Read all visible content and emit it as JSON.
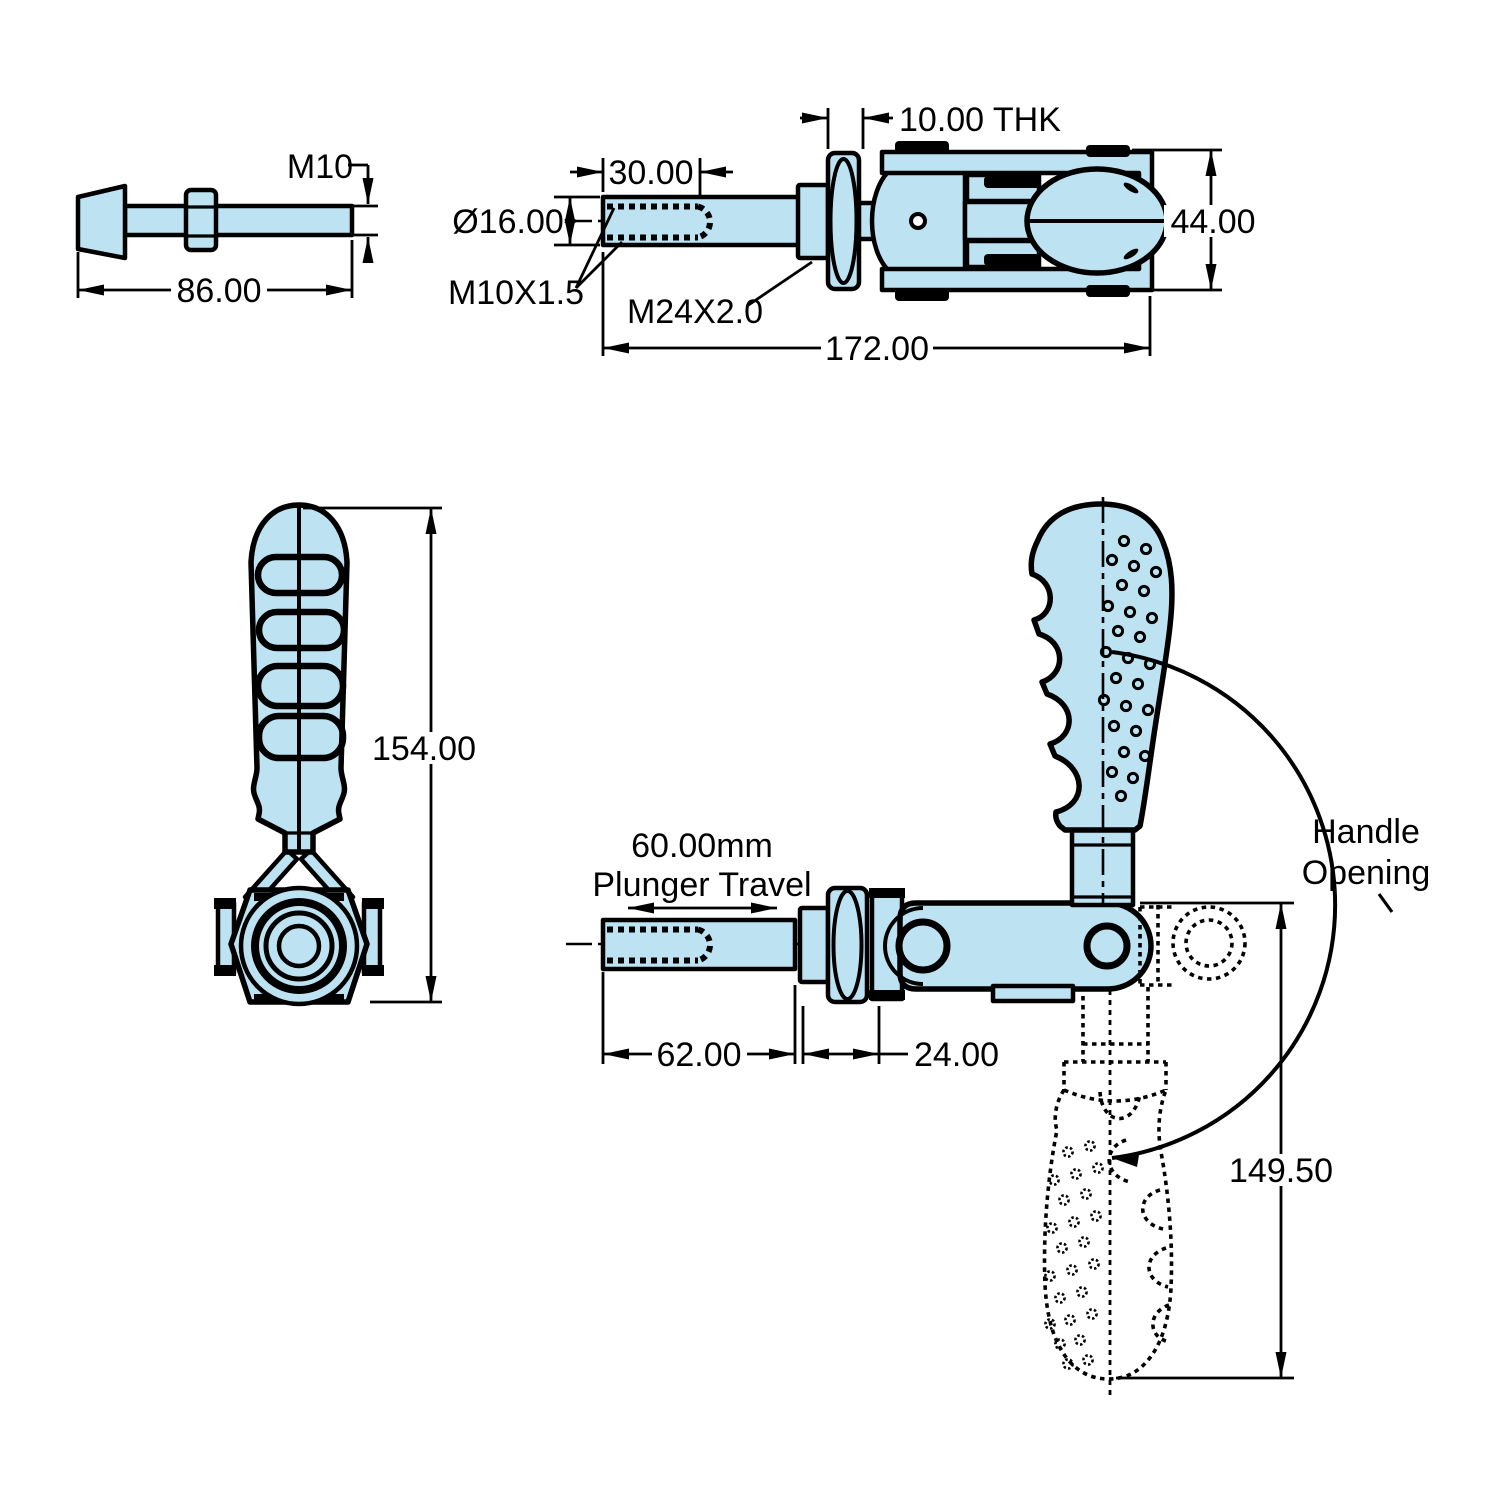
{
  "colors": {
    "part_fill": "#bde3f2",
    "line": "#000000",
    "background": "#ffffff"
  },
  "labels": {
    "spindle_thread": "M10",
    "spindle_length": "86.00",
    "thread_length": "30.00",
    "plate_thickness": "10.00 THK",
    "plunger_diameter": "Ø16.00",
    "body_height": "44.00",
    "plunger_thread": "M10X1.5",
    "mounting_thread": "M24X2.0",
    "overall_length": "172.00",
    "handle_height": "154.00",
    "travel_value": "60.00mm",
    "travel_caption": "Plunger Travel",
    "plunger_extension": "62.00",
    "nut_width": "24.00",
    "handle_callout_1": "Handle",
    "handle_callout_2": "Opening",
    "open_height": "149.50"
  }
}
